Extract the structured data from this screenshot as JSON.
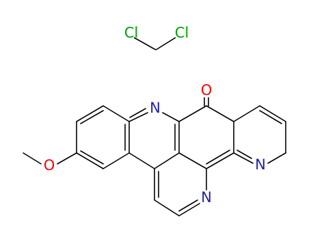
{
  "molecules": [
    {
      "id": "dichloromethane",
      "atoms": [
        {
          "id": "cl1",
          "label": "Cl",
          "color": "#00a000"
        },
        {
          "id": "c",
          "label": ""
        },
        {
          "id": "cl2",
          "label": "Cl",
          "color": "#00a000"
        }
      ]
    },
    {
      "id": "methoxy-pyridoacridinone",
      "atoms": [
        {
          "id": "o_carbonyl",
          "label": "O",
          "color": "#ff0000"
        },
        {
          "id": "n_acridine",
          "label": "N",
          "color": "#1f1fa8"
        },
        {
          "id": "n_pyridine_right",
          "label": "N",
          "color": "#1f1fa8"
        },
        {
          "id": "n_pyridine_bottom",
          "label": "N",
          "color": "#1f1fa8"
        },
        {
          "id": "o_methoxy",
          "label": "O",
          "color": "#ff0000"
        }
      ]
    }
  ],
  "bond_color": "#000000"
}
